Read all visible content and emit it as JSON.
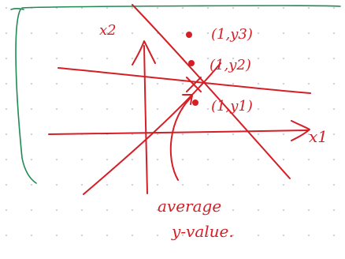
{
  "colors": {
    "ink": "#d41f26",
    "frame": "#1f8a52",
    "grid_dot": "#c9ccd6",
    "background": "#ffffff"
  },
  "axes": {
    "vertical_label": "x2",
    "horizontal_label": "x1"
  },
  "points": [
    {
      "label": "(1,y3)"
    },
    {
      "label": "(1,y2)"
    },
    {
      "label": "(1,y1)"
    }
  ],
  "annotation": {
    "line1": "average",
    "line2": "y-value."
  }
}
